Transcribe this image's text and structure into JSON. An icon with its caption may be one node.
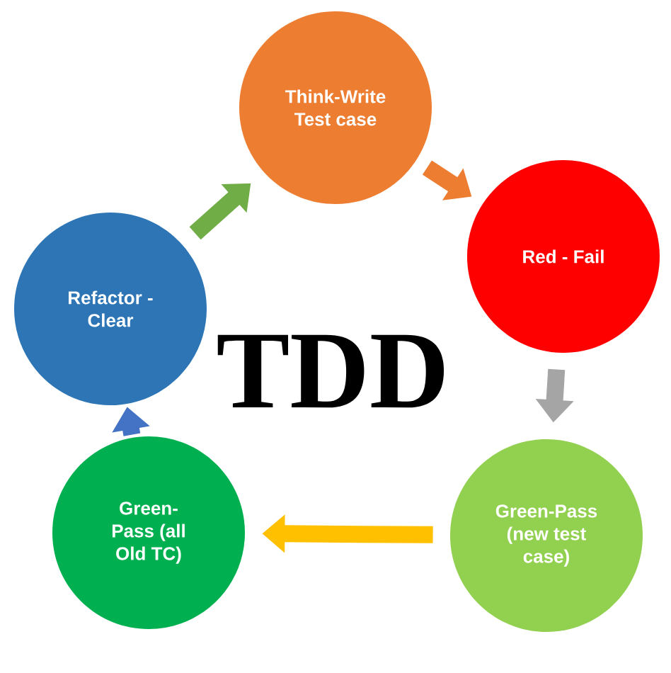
{
  "diagram": {
    "title": "TDD",
    "nodes": [
      {
        "text": [
          "Think-Write Test case"
        ]
      },
      {
        "text": [
          "Red - Fail"
        ]
      },
      {
        "text": [
          "Green-Pass (new test case)"
        ]
      },
      {
        "text": [
          "Green-Pass (all Old TC)"
        ]
      },
      {
        "text": [
          "Refactor - Clear"
        ]
      }
    ],
    "edges": [
      {
        "from": 0,
        "to": 1,
        "arrow": "to",
        "color": "#ed7d31"
      },
      {
        "from": 1,
        "to": 2,
        "arrow": "to",
        "color": "#a5a5a5"
      },
      {
        "from": 2,
        "to": 3,
        "arrow": "to",
        "color": "#ffc000"
      },
      {
        "from": 3,
        "to": 4,
        "arrow": "to",
        "color": "#4472c4"
      },
      {
        "from": 4,
        "to": 0,
        "arrow": "to",
        "color": "#70ad47"
      }
    ]
  }
}
